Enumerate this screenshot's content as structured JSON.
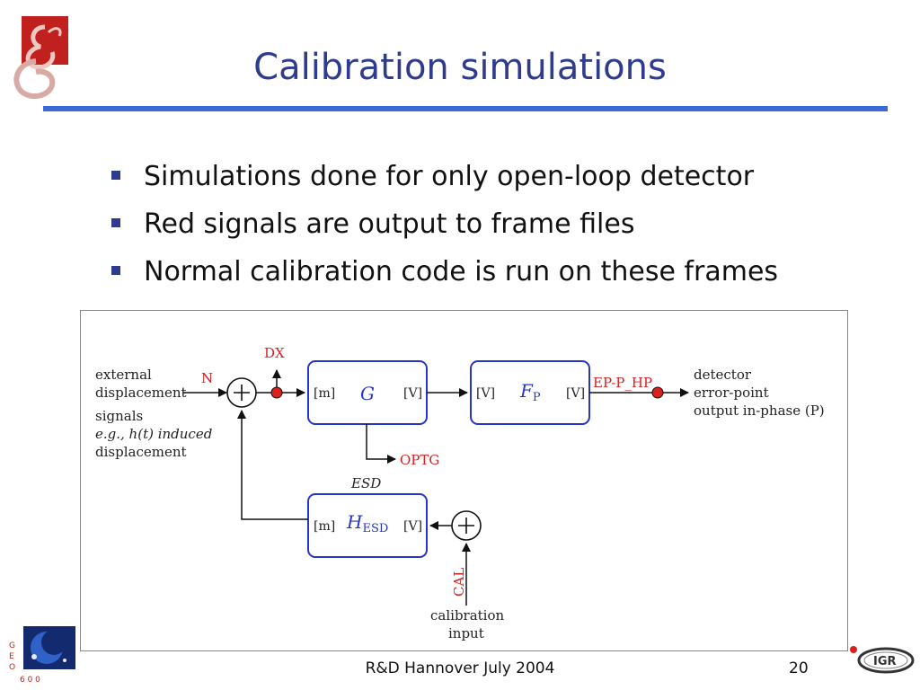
{
  "slide": {
    "title": "Calibration simulations",
    "bullets": [
      "Simulations done for only open-loop detector",
      "Red signals are output to frame files",
      "Normal calibration code is run on these frames"
    ],
    "footer": "R&D Hannover July 2004",
    "page_number": "20"
  },
  "logos": {
    "top_left": "geo600-logo",
    "bottom_left": "geo600-planet-logo",
    "bottom_right": "igr-logo",
    "bottom_left_text": "GEO 600",
    "bottom_right_text": "IGR"
  },
  "diagram": {
    "input_label_lines": [
      "external",
      "displacement",
      "signals"
    ],
    "induced_lines": [
      "e.g., h(t) induced",
      "displacement"
    ],
    "n_label": "N",
    "dx_label": "DX",
    "g_block": {
      "left_unit": "[m]",
      "name": "G",
      "right_unit": "[V]"
    },
    "fp_block": {
      "left_unit": "[V]",
      "name": "F",
      "sub": "P",
      "right_unit": "[V]"
    },
    "ep_label": "EP-P_HP",
    "output_lines": [
      "detector",
      "error-point",
      "output in-phase (P)"
    ],
    "optg_label": "OPTG",
    "esd_label": "ESD",
    "hesd_block": {
      "left_unit": "[m]",
      "name": "H",
      "sub": "ESD",
      "right_unit": "[V]"
    },
    "cal_label": "CAL",
    "cal_input_lines": [
      "calibration",
      "input"
    ]
  },
  "colors": {
    "title": "#2e3b8f",
    "rule": "#3d68d9",
    "block_border": "#2536c8",
    "signal_red": "#d92020"
  }
}
